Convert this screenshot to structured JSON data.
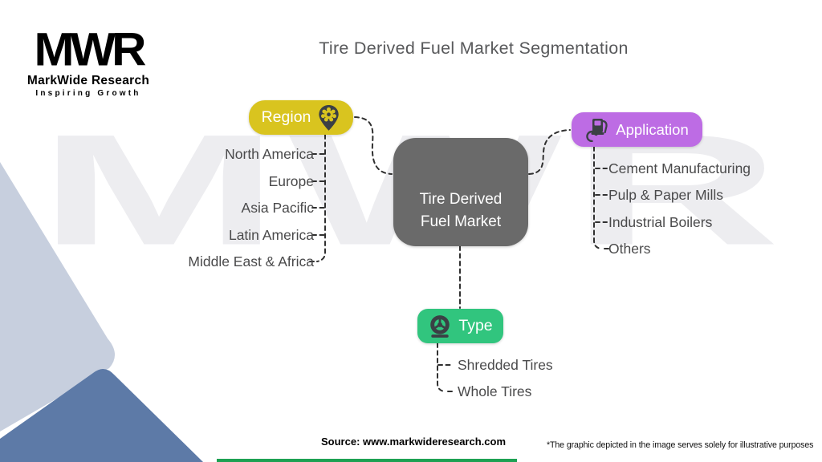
{
  "watermark": {
    "text": "MWR"
  },
  "logo": {
    "monogram": "MWR",
    "name": "MarkWide Research",
    "tagline": "Inspiring Growth"
  },
  "title": "Tire Derived Fuel Market Segmentation",
  "center": {
    "line1": "Tire Derived",
    "line2": "Fuel Market"
  },
  "branches": {
    "region": {
      "label": "Region",
      "icon": "map-pin-gear-icon",
      "color": "#d9c41f",
      "items": [
        "North America",
        "Europe",
        "Asia Pacific",
        "Latin America",
        "Middle East & Africa"
      ]
    },
    "application": {
      "label": "Application",
      "icon": "fuel-pump-recycle-icon",
      "color": "#bd6ce4",
      "items": [
        "Cement Manufacturing",
        "Pulp & Paper Mills",
        "Industrial Boilers",
        "Others"
      ]
    },
    "type": {
      "label": "Type",
      "icon": "tire-wheel-icon",
      "color": "#31c57e",
      "items": [
        "Shredded Tires",
        "Whole Tires"
      ]
    }
  },
  "center_color": "#6a6a6a",
  "accent_bar_color": "#1da153",
  "footer": {
    "source": "Source: www.markwideresearch.com",
    "disclaimer": "*The graphic depicted in the image serves solely for illustrative purposes"
  }
}
